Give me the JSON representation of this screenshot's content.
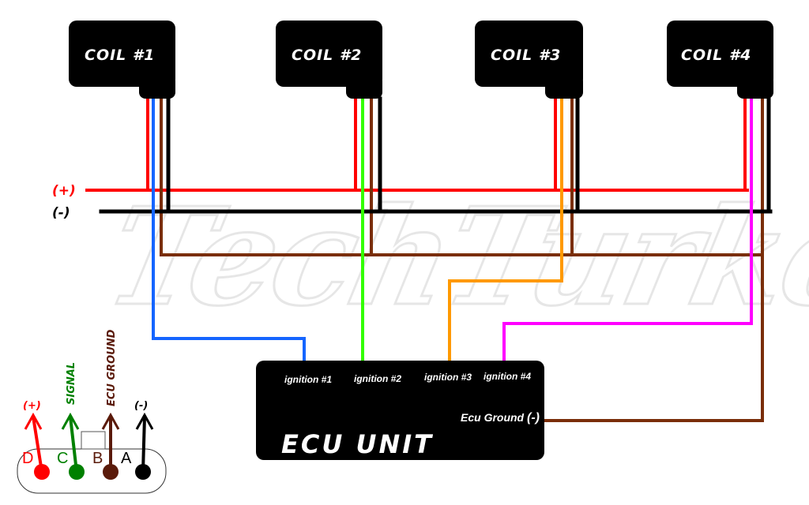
{
  "watermark": "TechTurkey",
  "colors": {
    "plus": "#ff0000",
    "minus": "#000000",
    "ecu_ground": "#7a2e0a",
    "ignition_1": "#1565ff",
    "ignition_2": "#33ff00",
    "ignition_3": "#ff9900",
    "ignition_4": "#ff00ff"
  },
  "rails": {
    "plus_label": "(+)",
    "minus_label": "(-)"
  },
  "coils": [
    {
      "label": "COIL #1",
      "signal": "ignition_1"
    },
    {
      "label": "COIL #2",
      "signal": "ignition_2"
    },
    {
      "label": "COIL #3",
      "signal": "ignition_3"
    },
    {
      "label": "COIL #4",
      "signal": "ignition_4"
    }
  ],
  "ecu": {
    "title": "ECU UNIT",
    "pins": [
      "ignition #1",
      "ignition #2",
      "ignition #3",
      "ignition #4"
    ],
    "ground_label": "Ecu Ground",
    "ground_symbol": "(-)"
  },
  "connector": {
    "pins": [
      {
        "letter": "D",
        "function": "(+)",
        "color": "#ff0000"
      },
      {
        "letter": "C",
        "function": "SIGNAL",
        "color": "#008000"
      },
      {
        "letter": "B",
        "function": "ECU GROUND",
        "color": "#5a1a0a"
      },
      {
        "letter": "A",
        "function": "(-)",
        "color": "#000000"
      }
    ]
  }
}
